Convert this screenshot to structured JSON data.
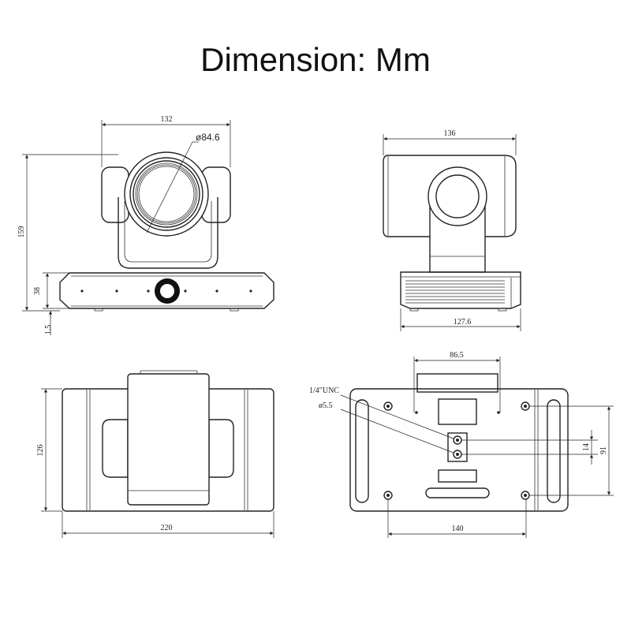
{
  "title": "Dimension: Mm",
  "front_view": {
    "width": "132",
    "lens_diameter": "ø84.6",
    "height": "159",
    "base_height": "38",
    "foot_height": "1.5"
  },
  "side_view": {
    "depth": "136",
    "base_depth": "127.6"
  },
  "top_view": {
    "width": "220",
    "depth": "126"
  },
  "bottom_view": {
    "thread": "1/4\"UNC",
    "hole_diameter": "ø5.5",
    "top_spacing": "86.5",
    "hole_spacing": "140",
    "pin_spacing": "14",
    "vertical_spacing": "91"
  }
}
